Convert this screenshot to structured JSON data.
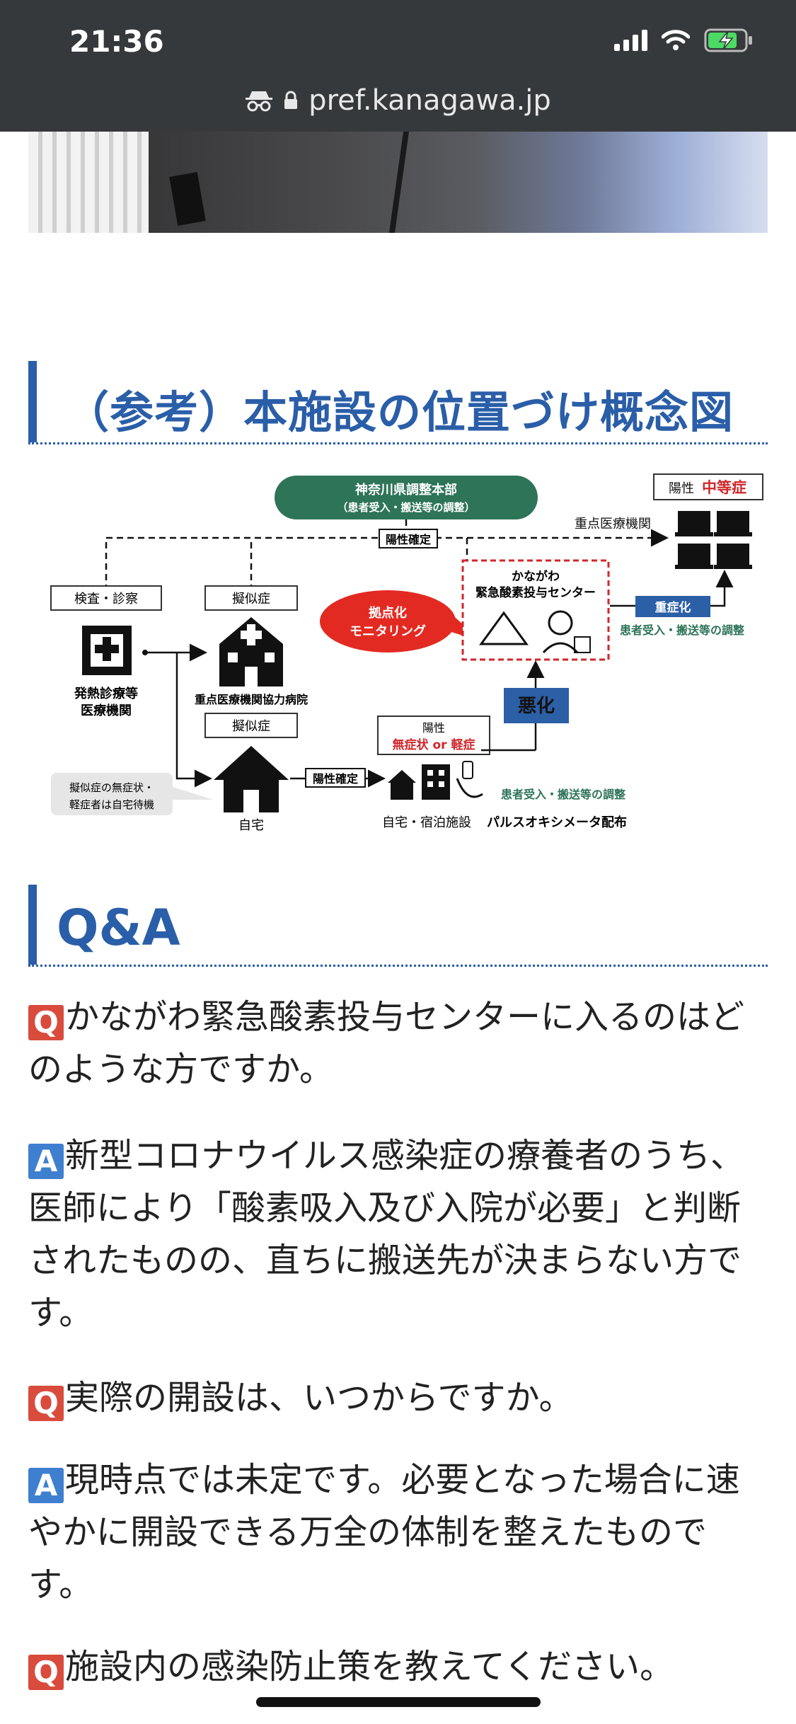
{
  "status_bar": {
    "time": "21:36"
  },
  "browser": {
    "url": "pref.kanagawa.jp"
  },
  "sections": {
    "concept_title": "（参考）本施設の位置づけ概念図",
    "qa_title": "Q&A"
  },
  "diagram": {
    "hq_line1": "神奈川県調整本部",
    "hq_line2": "（患者受入・搬送等の調整）",
    "positive_confirm": "陽性確定",
    "positive_confirm2": "陽性確定",
    "moderate_label": "陽性",
    "moderate_sev": "中等症",
    "priority_hospital": "重点医療機関",
    "exam_label": "検査・診察",
    "suspect1": "擬似症",
    "suspect2": "擬似症",
    "fever_clinic_line1": "発熱診療等",
    "fever_clinic_line2": "医療機関",
    "coop_hospital": "重点医療機関協力病院",
    "hub_line1": "拠点化",
    "hub_line2": "モニタリング",
    "center_line1": "かながわ",
    "center_line2": "緊急酸素投与センター",
    "severe": "重症化",
    "coord1": "患者受入・搬送等の調整",
    "worsen": "悪化",
    "mild_label": "陽性",
    "mild_sev": "無症状 or 軽症",
    "home_note_line1": "擬似症の無症状・",
    "home_note_line2": "軽症者は自宅待機",
    "home": "自宅",
    "home_hotel": "自宅・宿泊施設",
    "oximeter": "パルスオキシメータ配布",
    "coord2": "患者受入・搬送等の調整"
  },
  "qa": [
    {
      "type": "Q",
      "badge": "Q",
      "text": "かながわ緊急酸素投与センターに入るのはどのような方ですか。"
    },
    {
      "type": "A",
      "badge": "A",
      "text": "新型コロナウイルス感染症の療養者のうち、医師により「酸素吸入及び入院が必要」と判断されたものの、直ちに搬送先が決まらない方です。"
    },
    {
      "type": "Q",
      "badge": "Q",
      "text": "実際の開設は、いつからですか。"
    },
    {
      "type": "A",
      "badge": "A",
      "text": "現時点では未定です。必要となった場合に速やかに開設できる万全の体制を整えたものです。"
    },
    {
      "type": "Q",
      "badge": "Q",
      "text": "施設内の感染防止策を教えてください。"
    }
  ]
}
